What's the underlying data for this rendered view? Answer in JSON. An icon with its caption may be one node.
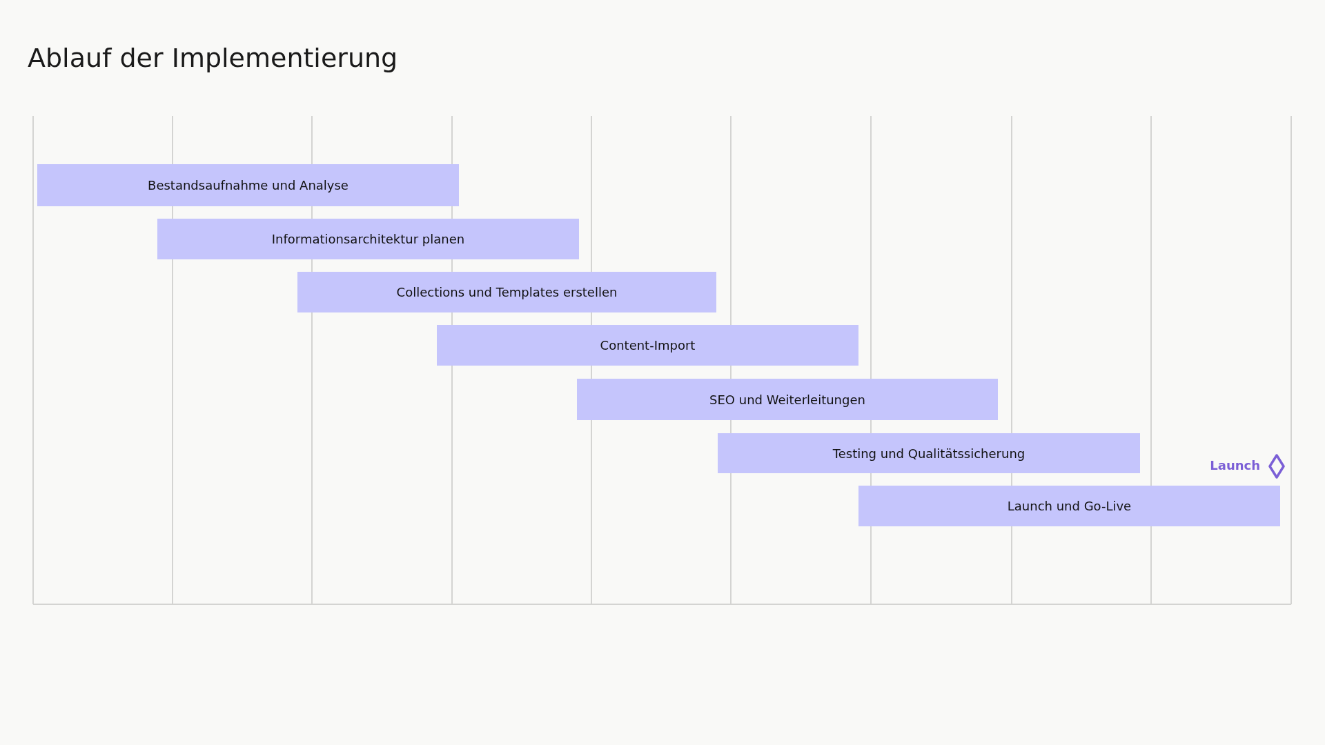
{
  "diagram": {
    "title": "Ablauf der Implementierung",
    "nodes": [
      {
        "text": [
          "Bestandsaufnahme und Analyse"
        ]
      },
      {
        "text": [
          "Informationsarchitektur planen"
        ]
      },
      {
        "text": [
          "Collections und Templates erstellen"
        ]
      },
      {
        "text": [
          "Content-Import"
        ]
      },
      {
        "text": [
          "SEO und Weiterleitungen"
        ]
      },
      {
        "text": [
          "Testing und Qualitätssicherung"
        ]
      },
      {
        "text": [
          "Launch und Go-Live"
        ]
      },
      {
        "text": [],
        "shape": "diamond",
        "beside": [
          "Launch"
        ]
      }
    ],
    "edges": []
  }
}
